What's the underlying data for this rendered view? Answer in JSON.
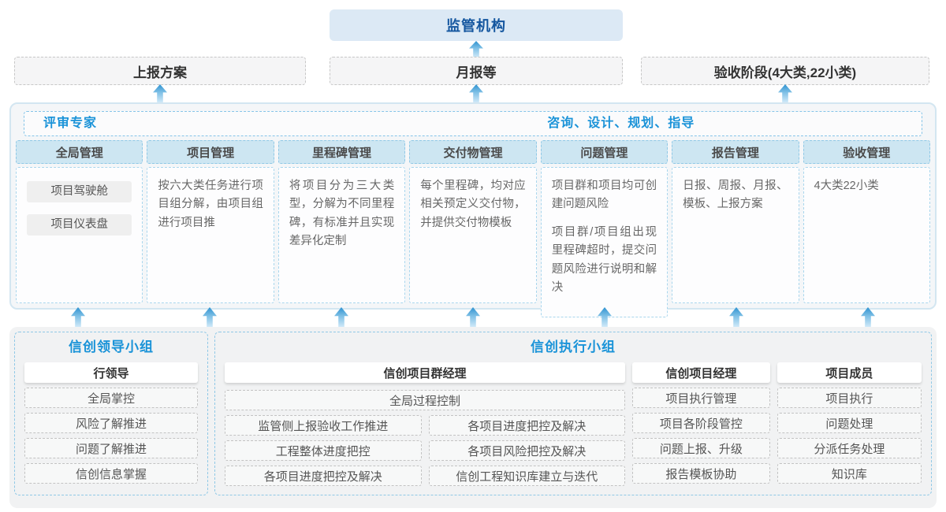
{
  "colors": {
    "accent_blue": "#1b93d8",
    "regulator_text": "#14569f",
    "regulator_bg": "#dce9f5",
    "header_bg": "#cde6f2",
    "panel_bg": "#f4f6f8",
    "bottom_bg": "#f1f2f3",
    "arrow_top": "#2e92d0",
    "arrow_bottom": "#cfe9f8"
  },
  "top": {
    "regulator": "监管机构",
    "channels": [
      {
        "label": "上报方案"
      },
      {
        "label": "月报等"
      },
      {
        "label": "验收阶段(4大类,22小类)"
      }
    ]
  },
  "middle": {
    "left_role": "评审专家",
    "right_role": "咨询、设计、规划、指导",
    "columns": [
      {
        "header": "全局管理",
        "chips": [
          "项目驾驶舱",
          "项目仪表盘"
        ]
      },
      {
        "header": "项目管理",
        "paras": [
          "按六大类任务进行项目组分解，由项目组进行项目推"
        ]
      },
      {
        "header": "里程碑管理",
        "paras": [
          "将项目分为三大类型，分解为不同里程碑，有标准并且实现差异化定制"
        ]
      },
      {
        "header": "交付物管理",
        "paras": [
          "每个里程碑，均对应相关预定义交付物，并提供交付物模板"
        ]
      },
      {
        "header": "问题管理",
        "paras": [
          "项目群和项目均可创建问题风险",
          "项目群/项目组出现里程碑超时，提交问题风险进行说明和解决"
        ]
      },
      {
        "header": "报告管理",
        "paras": [
          "日报、周报、月报、模板、上报方案"
        ]
      },
      {
        "header": "验收管理",
        "paras": [
          "4大类22小类"
        ]
      }
    ]
  },
  "bottom": {
    "leader_group": {
      "title": "信创领导小组",
      "role": "行领导",
      "items": [
        "全局掌控",
        "风险了解推进",
        "问题了解推进",
        "信创信息掌握"
      ]
    },
    "exec_group": {
      "title": "信创执行小组",
      "pm_group": {
        "role": "信创项目群经理",
        "full_item": "全局过程控制",
        "col1": [
          "监管侧上报验收工作推进",
          "工程整体进度把控",
          "各项目进度把控及解决"
        ],
        "col2": [
          "各项目进度把控及解决",
          "各项目风险把控及解决",
          "信创工程知识库建立与迭代"
        ]
      },
      "pm": {
        "role": "信创项目经理",
        "items": [
          "项目执行管理",
          "项目各阶段管控",
          "问题上报、升级",
          "报告模板协助"
        ]
      },
      "member": {
        "role": "项目成员",
        "items": [
          "项目执行",
          "问题处理",
          "分派任务处理",
          "知识库"
        ]
      }
    }
  }
}
